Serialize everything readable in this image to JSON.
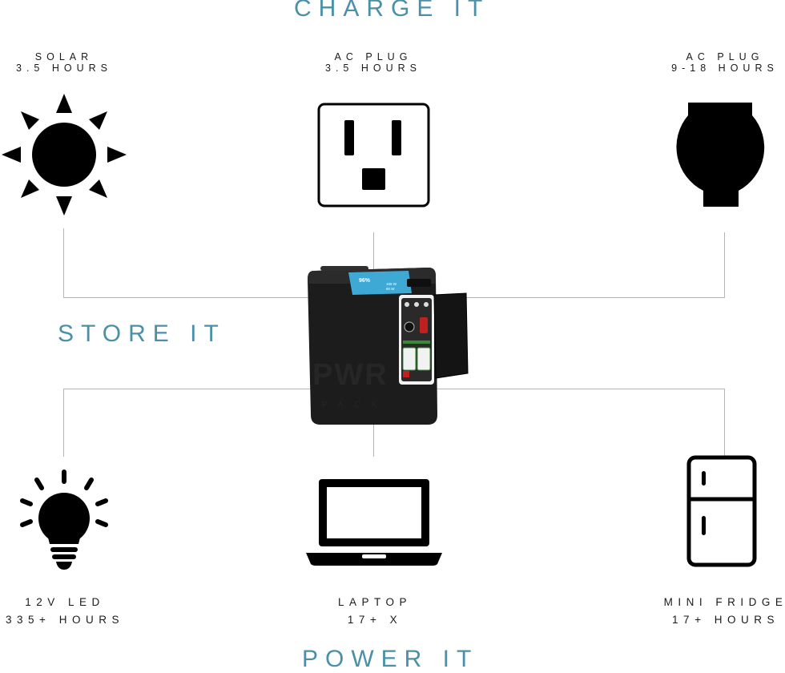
{
  "titles": {
    "charge": "CHARGE IT",
    "store": "STORE IT",
    "power": "POWER IT"
  },
  "charge_sources": [
    {
      "name": "SOLAR",
      "time": "3.5 HOURS",
      "icon": "sun-icon"
    },
    {
      "name": "AC PLUG",
      "time": "3.5 HOURS",
      "icon": "ac-outlet-icon"
    },
    {
      "name": "AC PLUG",
      "time": "9-18 HOURS",
      "icon": "round-plug-icon"
    }
  ],
  "device": {
    "display_percent": "96%",
    "display_in": "106 W",
    "display_out": "80 W",
    "brand_text": "PWR PACK",
    "colors": {
      "body": "#1c1c1c",
      "accent": "#3fa9d6",
      "panel": "#2a2a2a"
    }
  },
  "power_targets": [
    {
      "name": "12V LED",
      "time": "335+ HOURS",
      "icon": "light-bulb-icon"
    },
    {
      "name": "LAPTOP",
      "time": "17+ X",
      "icon": "laptop-icon"
    },
    {
      "name": "MINI FRIDGE",
      "time": "17+ HOURS",
      "icon": "fridge-icon"
    }
  ],
  "colors": {
    "title": "#4a90a8",
    "line": "#b5b5b5",
    "icon": "#000000"
  }
}
